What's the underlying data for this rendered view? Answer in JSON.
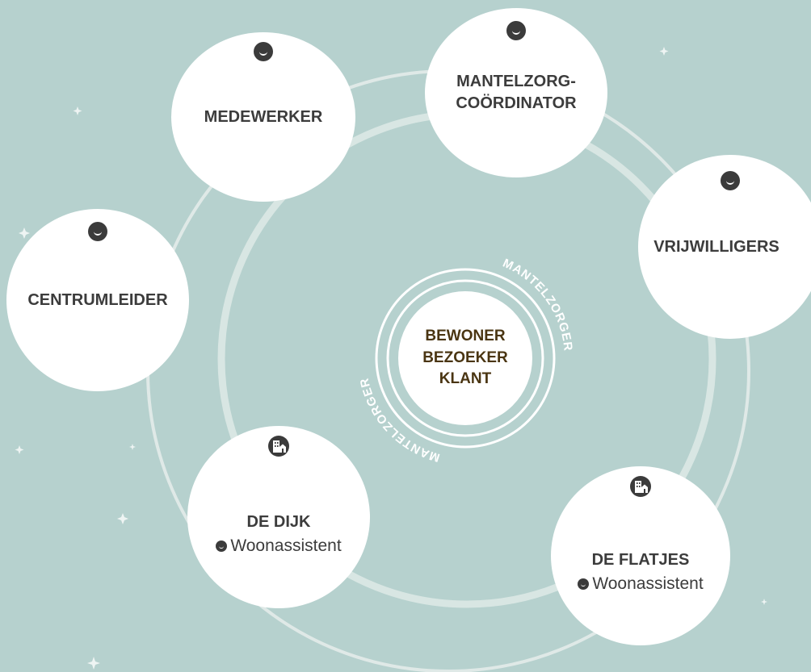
{
  "center": {
    "label": "BEWONER\nBEZOEKER\nKLANT",
    "ring_text_top": "MANTELZORGER",
    "ring_text_left": "MANTELZORGER"
  },
  "nodes": {
    "medewerker": {
      "label": "MEDEWERKER",
      "icon": "person-icon"
    },
    "mantelzorg_coordinator": {
      "label": "MANTELZORG-\nCOÖRDINATOR",
      "icon": "person-icon"
    },
    "vrijwilligers": {
      "label": "VRIJWILLIGERS",
      "icon": "person-icon"
    },
    "centrumleider": {
      "label": "CENTRUMLEIDER",
      "icon": "person-icon"
    },
    "de_dijk": {
      "label": "DE DIJK",
      "sub": "Woonassistent",
      "icon": "building-icon"
    },
    "de_flatjes": {
      "label": "DE FLATJES",
      "sub": "Woonassistent",
      "icon": "building-icon"
    }
  },
  "colors": {
    "background": "#b6d1ce",
    "orbit": "#dce8e6",
    "node": "#ffffff",
    "text": "#3c3c3c",
    "center_text": "#4a3512",
    "icon": "#3b3b3b"
  }
}
